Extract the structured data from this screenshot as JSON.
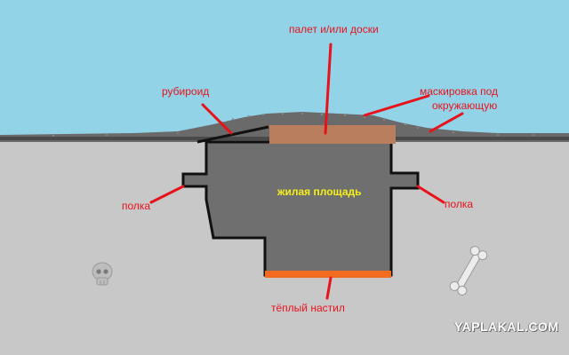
{
  "labels": {
    "pallet": "палет и/или доски",
    "roofing": "рубироид",
    "camouflage_line1": "маскировка под",
    "camouflage_line2": "окружающую",
    "living_area": "жилая площадь",
    "shelf_left": "полка",
    "shelf_right": "полка",
    "warm_floor": "тёплый настил"
  },
  "watermark": "YAPLAKAL.COM",
  "colors": {
    "sky": "#93d3e8",
    "ground": "#c8c8c8",
    "dugout": "#6f6f6f",
    "outline": "#111111",
    "pallet": "#b97e5e",
    "floor": "#f26b1f",
    "label_red": "#e8121b",
    "label_yellow": "#f5f01c"
  },
  "icons": [
    "skull-icon",
    "bone-icon"
  ]
}
